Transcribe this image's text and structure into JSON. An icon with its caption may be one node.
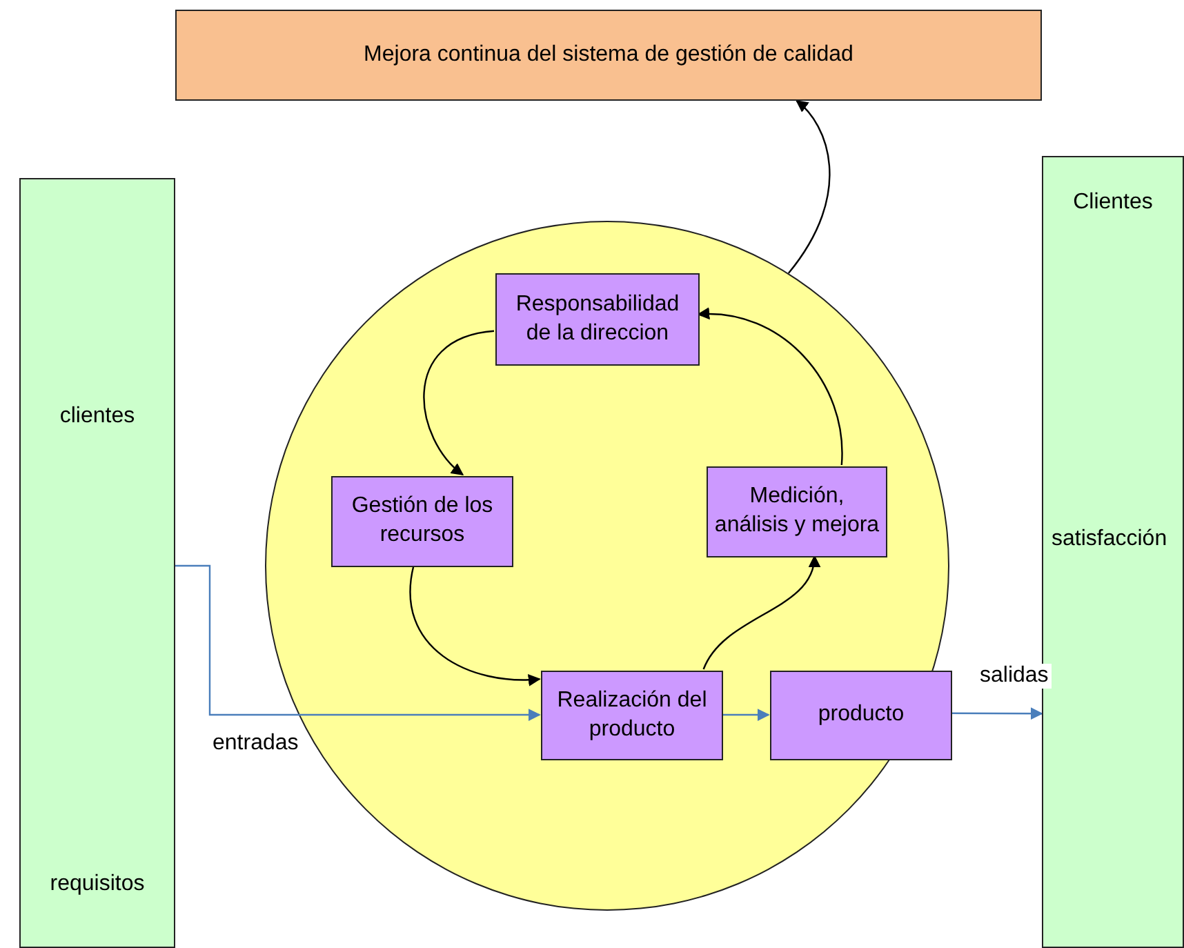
{
  "diagram": {
    "nodes": [
      {
        "text": [
          "Mejora continua del sistema de gestión de calidad"
        ]
      },
      {
        "text": [
          "clientes",
          "requisitos"
        ]
      },
      {
        "text": [],
        "shape": "circle"
      },
      {
        "text": [
          "Responsabilidad de la direccion"
        ],
        "in": 2
      },
      {
        "text": [
          "Gestión de los recursos"
        ],
        "in": 2
      },
      {
        "text": [
          "Medición, análisis y mejora"
        ],
        "in": 2
      },
      {
        "text": [
          "Realización del producto"
        ],
        "in": 2
      },
      {
        "text": [
          "producto"
        ],
        "in": 2
      },
      {
        "text": [
          "Clientes",
          "satisfacción"
        ]
      }
    ],
    "edges": [
      {
        "from": 2,
        "to": 0,
        "arrow": "to"
      },
      {
        "from": 3,
        "to": 4,
        "arrow": "to"
      },
      {
        "from": 4,
        "to": 6,
        "arrow": "to"
      },
      {
        "from": 6,
        "to": 5,
        "arrow": "to"
      },
      {
        "from": 5,
        "to": 3,
        "arrow": "to"
      },
      {
        "from": 1,
        "to": 6,
        "arrow": "to",
        "label": "entradas",
        "color": "#4a7ebb"
      },
      {
        "from": 6,
        "to": 7,
        "arrow": "to",
        "color": "#4a7ebb"
      },
      {
        "from": 7,
        "to": 8,
        "arrow": "to",
        "label": "salidas",
        "color": "#4a7ebb"
      }
    ]
  }
}
